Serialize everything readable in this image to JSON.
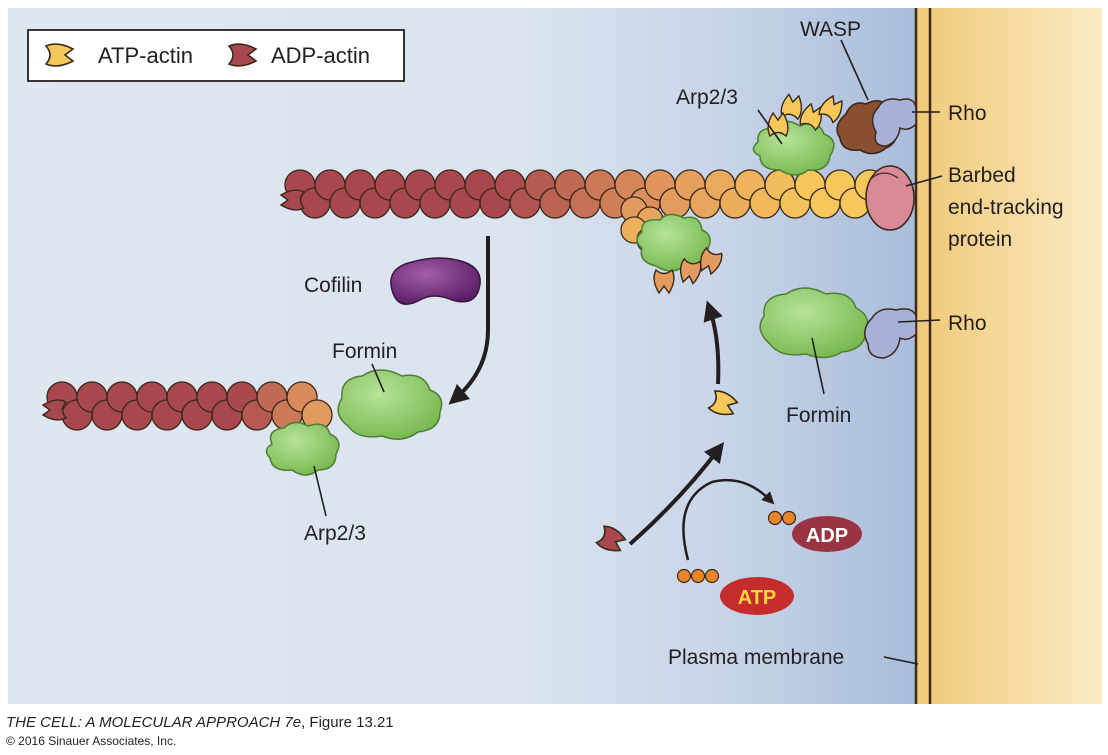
{
  "legend": {
    "atp_actin": "ATP-actin",
    "adp_actin": "ADP-actin"
  },
  "labels": {
    "wasp": "WASP",
    "rho_top": "Rho",
    "arp23_top": "Arp2/3",
    "barbed_1": "Barbed",
    "barbed_2": "end-tracking",
    "barbed_3": "protein",
    "cofilin": "Cofilin",
    "formin_left": "Formin",
    "rho_mid": "Rho",
    "formin_right": "Formin",
    "arp23_bottom": "Arp2/3",
    "adp": "ADP",
    "atp": "ATP",
    "plasma_membrane": "Plasma membrane"
  },
  "caption": {
    "line1_italic": "THE CELL: A MOLECULAR APPROACH 7e",
    "line1_rest": ", Figure 13.21",
    "line2": "© 2016 Sinauer Associates, Inc."
  },
  "colors": {
    "cytoplasm": "#dfe7f0",
    "membrane_blue": "#a9bcda",
    "membrane": "#f6d99a",
    "membrane_line": "#3a2a1a",
    "atp_actin": "#f6c75a",
    "mid_actin": "#e39a5e",
    "adp_actin": "#a8474e",
    "arp23": "#9cd279",
    "formin": "#8ccb66",
    "cofilin": "#7a2f80",
    "wasp": "#8a4f30",
    "rho": "#a7b1d8",
    "barbed": "#d88b96",
    "phosphate": "#e8852b",
    "adp_badge": "#9b3442",
    "atp_badge": "#c62c2c",
    "atp_text": "#ffd640"
  }
}
